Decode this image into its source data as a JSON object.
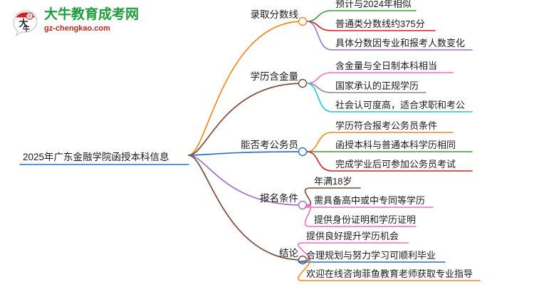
{
  "logo": {
    "name": "大牛教育成考网",
    "url": "gz-chengkao.com",
    "mark_text": "大牛",
    "brand_green": "#1f9b3c",
    "brand_red": "#c0261c"
  },
  "mindmap": {
    "root": {
      "label": "2025年广东金融学院函授本科信息",
      "color": "#2c72c7"
    },
    "branches": [
      {
        "label": "录取分数线",
        "color": "#ef8b22",
        "leaves": [
          {
            "label": "预计与2024年相似",
            "color": "#3c9a3c"
          },
          {
            "label": "普通类分数线约375分",
            "color": "#cc2026"
          },
          {
            "label": "具体分数因专业和报考人数变化",
            "color": "#9a72c9"
          }
        ]
      },
      {
        "label": "学历含金量",
        "color": "#7b4b3a",
        "leaves": [
          {
            "label": "含金量与全日制本科相当",
            "color": "#ef6fc0"
          },
          {
            "label": "国家承认的正规学历",
            "color": "#8b8b8b"
          },
          {
            "label": "社会认可度高，适合求职和考公",
            "color": "#1fc3dd"
          }
        ]
      },
      {
        "label": "能否考公务员",
        "color": "#2c72c7",
        "leaves": [
          {
            "label": "学历符合报考公务员条件",
            "color": "#ef8b22"
          },
          {
            "label": "函授本科与普通本科学历相同",
            "color": "#3c9a3c"
          },
          {
            "label": "完成学业后可参加公务员考试",
            "color": "#cc2026"
          }
        ]
      },
      {
        "label": "报名条件",
        "color": "#9a72c9",
        "leaves": [
          {
            "label": "年满18岁",
            "color": "#7b4b3a"
          },
          {
            "label": "需具备高中或中专同等学历",
            "color": "#ef6fc0"
          },
          {
            "label": "提供身份证明和学历证明",
            "color": "#ef6fc0"
          }
        ]
      },
      {
        "label": "结论",
        "color": "#7b4b3a",
        "leaves": [
          {
            "label": "提供良好提升学历机会",
            "color": "#ef6fc0"
          },
          {
            "label": "合理规划与努力学习可顺利毕业",
            "color": "#2c72c7"
          },
          {
            "label": "欢迎在线咨询菲鱼教育老师获取专业指导",
            "color": "#ef8b22"
          }
        ]
      }
    ]
  }
}
